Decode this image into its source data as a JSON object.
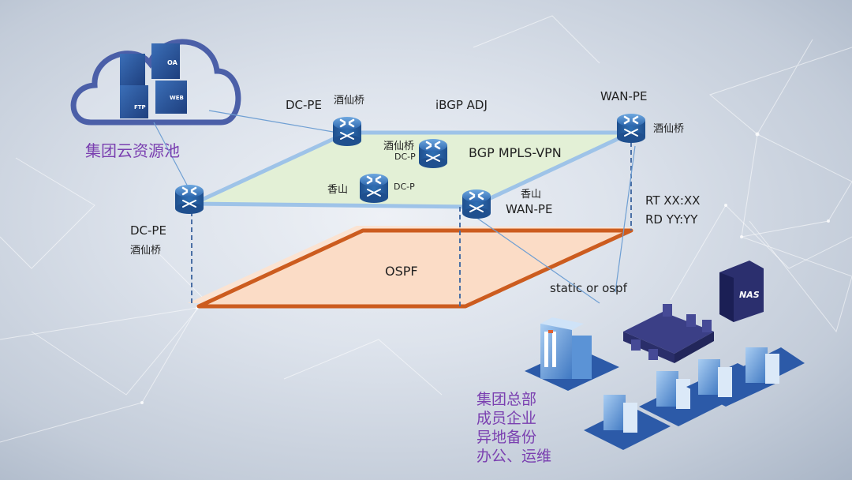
{
  "diagram": {
    "cloud": {
      "label": "集团云资源池",
      "servers": [
        "OA",
        "WEB",
        "FTP",
        ""
      ]
    },
    "layers": {
      "mpls": {
        "label": "BGP MPLS-VPN",
        "fill": "#e3f0d6",
        "border": "#8fb8e0"
      },
      "ospf": {
        "label": "OSPF",
        "fill": "#fbdcc6",
        "border": "#cc5c1f"
      }
    },
    "routers": [
      {
        "id": "dc-pe-top",
        "role": "DC-PE",
        "site": "酒仙桥"
      },
      {
        "id": "dc-pe-left",
        "role": "DC-PE",
        "site": "酒仙桥"
      },
      {
        "id": "dc-p-jxq",
        "role": "DC-P",
        "site": "酒仙桥"
      },
      {
        "id": "dc-p-xs",
        "role": "DC-P",
        "site": "香山"
      },
      {
        "id": "wan-pe-jxq",
        "role": "WAN-PE",
        "site": "酒仙桥"
      },
      {
        "id": "wan-pe-xs",
        "role": "WAN-PE",
        "site": "香山"
      }
    ],
    "annotations": {
      "ibgp": "iBGP ADJ",
      "rt": "RT XX:XX",
      "rd": "RD YY:YY",
      "static": "static or ospf"
    },
    "devices": {
      "nas": "NAS"
    },
    "hq_lines": [
      "集团总部",
      "成员企业",
      "异地备份",
      "办公、运维"
    ],
    "colors": {
      "router": "#2f6fb3",
      "link": "#8fb8e0",
      "purple_text": "#7a3fb0",
      "cloud_outline": "#4b5fa8"
    }
  }
}
